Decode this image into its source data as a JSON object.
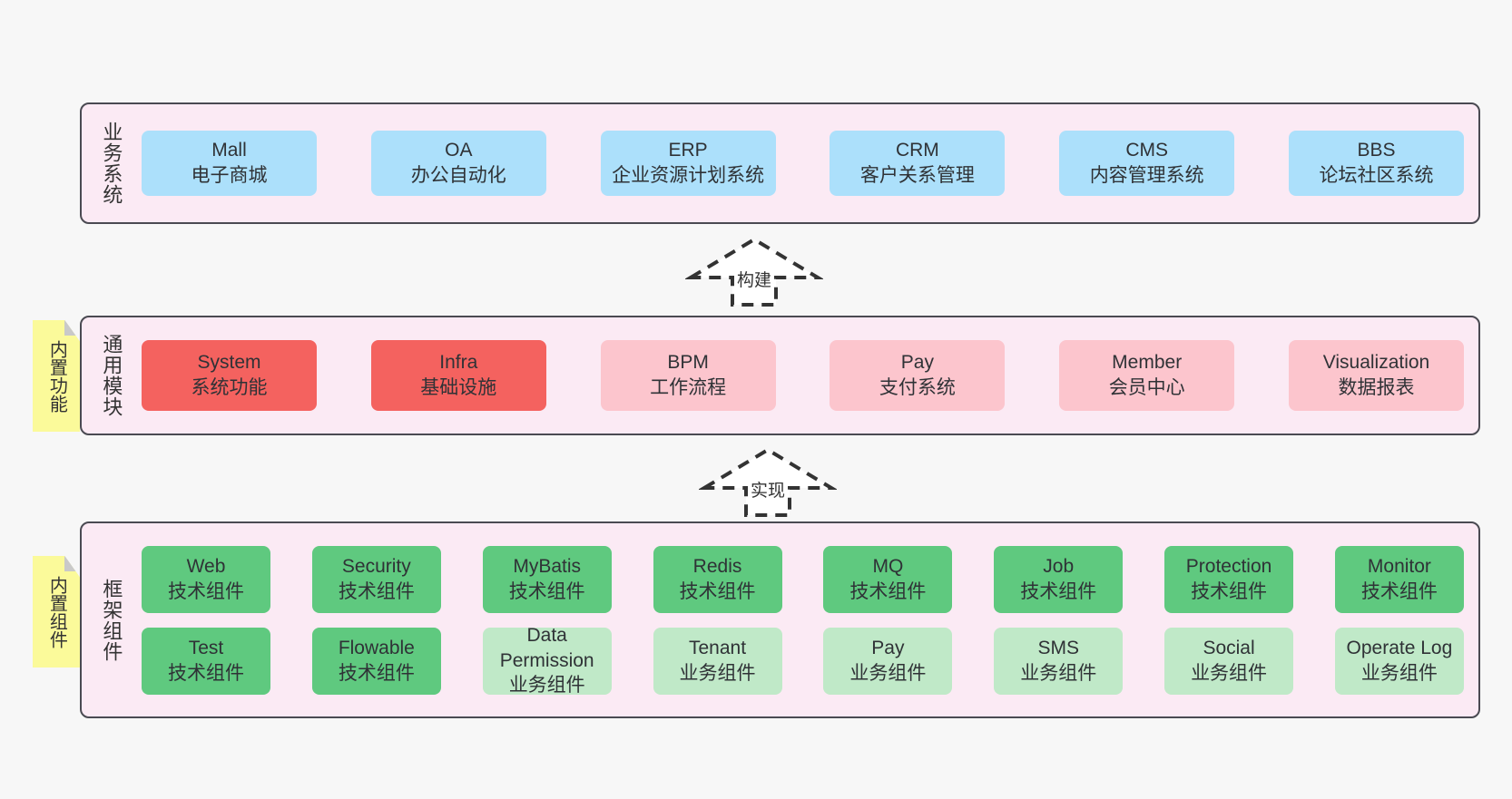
{
  "diagram": {
    "background_color": "#f7f7f7",
    "layers": [
      {
        "id": "business",
        "title": "业务系统",
        "panel_color": "#fbeaf4",
        "rows": [
          {
            "nodes": [
              {
                "name": "Mall",
                "sub": "电子商城",
                "color": "#ace0fb"
              },
              {
                "name": "OA",
                "sub": "办公自动化",
                "color": "#ace0fb"
              },
              {
                "name": "ERP",
                "sub": "企业资源计划系统",
                "color": "#ace0fb"
              },
              {
                "name": "CRM",
                "sub": "客户关系管理",
                "color": "#ace0fb"
              },
              {
                "name": "CMS",
                "sub": "内容管理系统",
                "color": "#ace0fb"
              },
              {
                "name": "BBS",
                "sub": "论坛社区系统",
                "color": "#ace0fb"
              }
            ]
          }
        ]
      },
      {
        "id": "modules",
        "title": "通用模块",
        "panel_color": "#fbeaf4",
        "side_tab": "内置功能",
        "rows": [
          {
            "nodes": [
              {
                "name": "System",
                "sub": "系统功能",
                "color": "#f4625f"
              },
              {
                "name": "Infra",
                "sub": "基础设施",
                "color": "#f4625f"
              },
              {
                "name": "BPM",
                "sub": "工作流程",
                "color": "#fcc5cd"
              },
              {
                "name": "Pay",
                "sub": "支付系统",
                "color": "#fcc5cd"
              },
              {
                "name": "Member",
                "sub": "会员中心",
                "color": "#fcc5cd"
              },
              {
                "name": "Visualization",
                "sub": "数据报表",
                "color": "#fcc5cd"
              }
            ]
          }
        ]
      },
      {
        "id": "framework",
        "title": "框架组件",
        "panel_color": "#fbeaf4",
        "side_tab": "内置组件",
        "rows": [
          {
            "nodes": [
              {
                "name": "Web",
                "sub": "技术组件",
                "color": "#5fc97f"
              },
              {
                "name": "Security",
                "sub": "技术组件",
                "color": "#5fc97f"
              },
              {
                "name": "MyBatis",
                "sub": "技术组件",
                "color": "#5fc97f"
              },
              {
                "name": "Redis",
                "sub": "技术组件",
                "color": "#5fc97f"
              },
              {
                "name": "MQ",
                "sub": "技术组件",
                "color": "#5fc97f"
              },
              {
                "name": "Job",
                "sub": "技术组件",
                "color": "#5fc97f"
              },
              {
                "name": "Protection",
                "sub": "技术组件",
                "color": "#5fc97f"
              },
              {
                "name": "Monitor",
                "sub": "技术组件",
                "color": "#5fc97f"
              }
            ]
          },
          {
            "nodes": [
              {
                "name": "Test",
                "sub": "技术组件",
                "color": "#5fc97f"
              },
              {
                "name": "Flowable",
                "sub": "技术组件",
                "color": "#5fc97f"
              },
              {
                "name": "Data Permission",
                "sub": "业务组件",
                "color": "#c0e9c8"
              },
              {
                "name": "Tenant",
                "sub": "业务组件",
                "color": "#c0e9c8"
              },
              {
                "name": "Pay",
                "sub": "业务组件",
                "color": "#c0e9c8"
              },
              {
                "name": "SMS",
                "sub": "业务组件",
                "color": "#c0e9c8"
              },
              {
                "name": "Social",
                "sub": "业务组件",
                "color": "#c0e9c8"
              },
              {
                "name": "Operate Log",
                "sub": "业务组件",
                "color": "#c0e9c8"
              }
            ]
          }
        ]
      }
    ],
    "connectors": [
      {
        "id": "build",
        "label": "构建",
        "style": "dashed-hollow-up-arrow",
        "from": "modules",
        "to": "business"
      },
      {
        "id": "impl",
        "label": "实现",
        "style": "dashed-hollow-up-arrow",
        "from": "framework",
        "to": "modules"
      }
    ],
    "side_tabs": [
      {
        "id": "functions",
        "label": "内置功能",
        "color": "#fbfa9a"
      },
      {
        "id": "components",
        "label": "内置组件",
        "color": "#fbfa9a"
      }
    ]
  }
}
